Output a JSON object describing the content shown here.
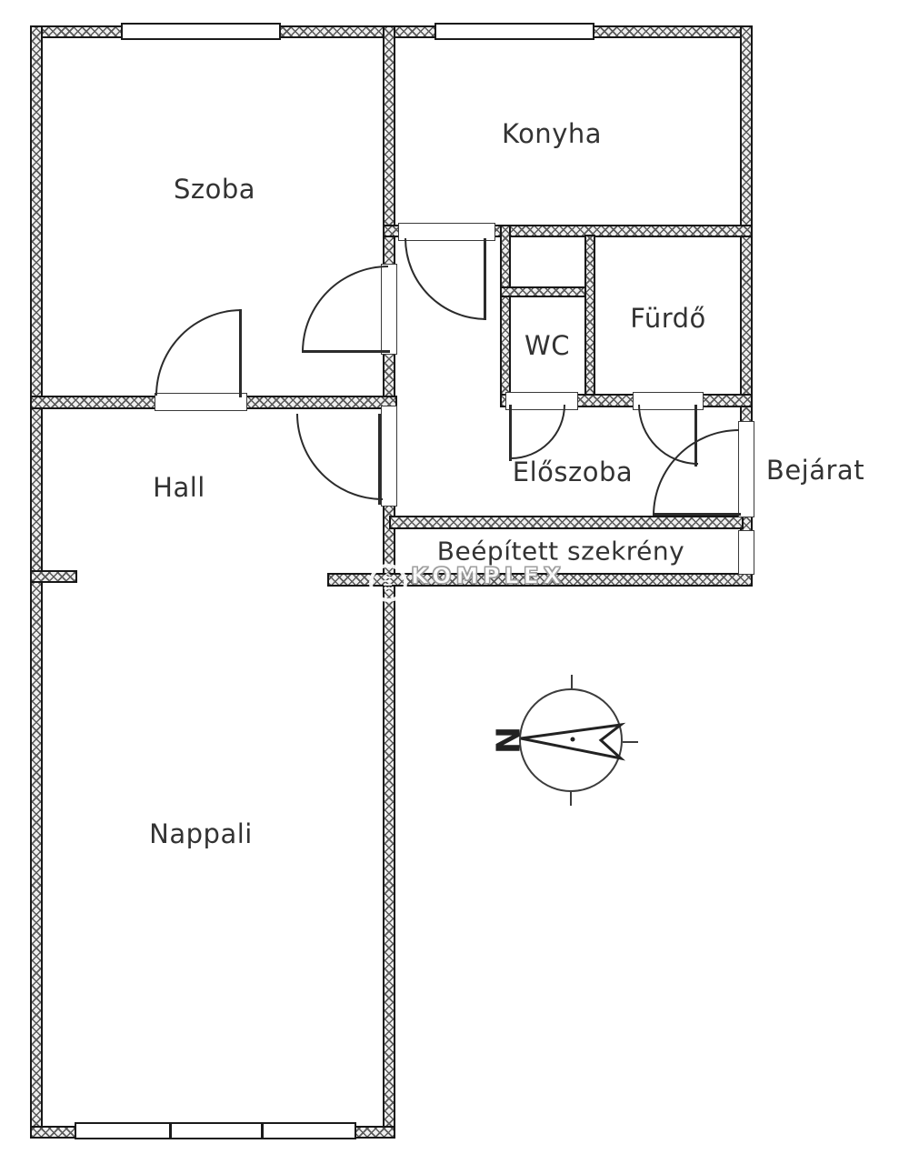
{
  "labels": {
    "szoba": "Szoba",
    "konyha": "Konyha",
    "wc": "WC",
    "furdo": "Fürdő",
    "hall": "Hall",
    "eloszoba": "Előszoba",
    "bejarat": "Bejárat",
    "beepitett_szekreny": "Beépített szekrény",
    "nappali": "Nappali"
  },
  "compass": {
    "north_label": "N"
  },
  "watermark": {
    "text": "KOMPLEX"
  },
  "colors": {
    "background": "#ffffff",
    "wall_outline": "#161616",
    "wall_hatch": "#5a5a5a",
    "wall_fill": "#efefef",
    "door_line": "#2b2b2b",
    "label_text": "#333333",
    "watermark_text": "#ffffff",
    "watermark_outline": "#999999"
  }
}
